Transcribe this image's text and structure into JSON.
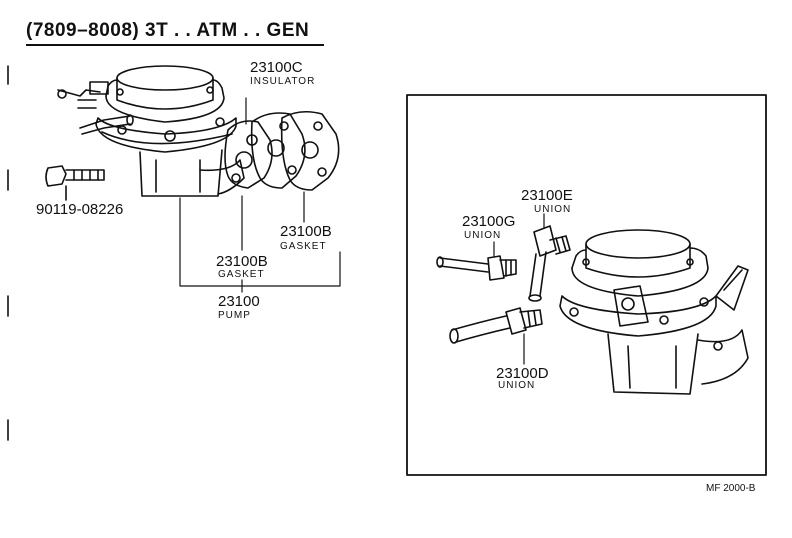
{
  "header": {
    "title": "(7809–8008) 3T . . ATM . . GEN"
  },
  "parts": {
    "insulator": {
      "number": "23100C",
      "name": "INSULATOR"
    },
    "bolt": {
      "number": "90119-08226"
    },
    "gasket_outer": {
      "number": "23100B",
      "name": "GASKET"
    },
    "gasket_inner": {
      "number": "23100B",
      "name": "GASKET"
    },
    "pump": {
      "number": "23100",
      "name": "PUMP"
    },
    "union_e": {
      "number": "23100E",
      "name": "UNION"
    },
    "union_g": {
      "number": "23100G",
      "name": "UNION"
    },
    "union_d": {
      "number": "23100D",
      "name": "UNION"
    }
  },
  "footer": {
    "reference": "MF 2000-B"
  }
}
